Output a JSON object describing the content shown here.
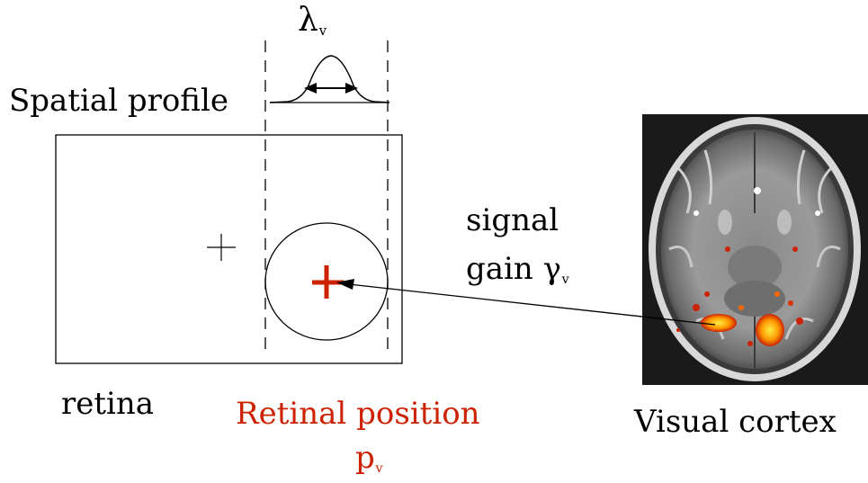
{
  "labels": {
    "lambda_symbol": "λ",
    "lambda_sub": "v",
    "spatial_profile": "Spatial profile",
    "signal": "signal",
    "gain": "gain",
    "gamma_symbol": "γ",
    "gamma_sub": "v",
    "retina": "retina",
    "retinal_position": "Retinal position",
    "p_symbol": "p",
    "p_sub": "v",
    "visual_cortex": "Visual cortex"
  },
  "colors": {
    "accent_red": "#cc2200",
    "line": "#000000"
  },
  "brain_image": {
    "icon": "brain-mri-activation-image"
  }
}
